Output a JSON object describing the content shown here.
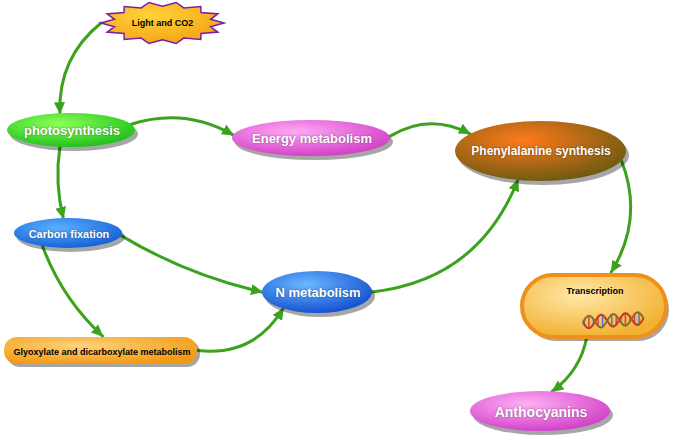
{
  "diagram": {
    "nodes": [
      {
        "text": [
          "Light and CO2"
        ]
      },
      {
        "text": [
          "photosynthesis"
        ]
      },
      {
        "text": [
          "Energy metabolism"
        ]
      },
      {
        "text": [
          "Phenylalanine synthesis"
        ]
      },
      {
        "text": [
          "Carbon fixation"
        ]
      },
      {
        "text": [
          "N metabolism"
        ]
      },
      {
        "text": [
          "Glyoxylate and dicarboxylate metabolism"
        ]
      },
      {
        "text": [
          "Transcription"
        ]
      },
      {
        "text": [
          "Anthocyanins"
        ]
      }
    ],
    "edges": [
      {
        "from": 0,
        "to": 1,
        "arrow": "to"
      },
      {
        "from": 1,
        "to": 2,
        "arrow": "to"
      },
      {
        "from": 2,
        "to": 3,
        "arrow": "to"
      },
      {
        "from": 1,
        "to": 4,
        "arrow": "to"
      },
      {
        "from": 4,
        "to": 5,
        "arrow": "to"
      },
      {
        "from": 4,
        "to": 6,
        "arrow": "to"
      },
      {
        "from": 6,
        "to": 5,
        "arrow": "to"
      },
      {
        "from": 5,
        "to": 3,
        "arrow": "to"
      },
      {
        "from": 3,
        "to": 7,
        "arrow": "to"
      },
      {
        "from": 7,
        "to": 8,
        "arrow": "to"
      }
    ]
  }
}
